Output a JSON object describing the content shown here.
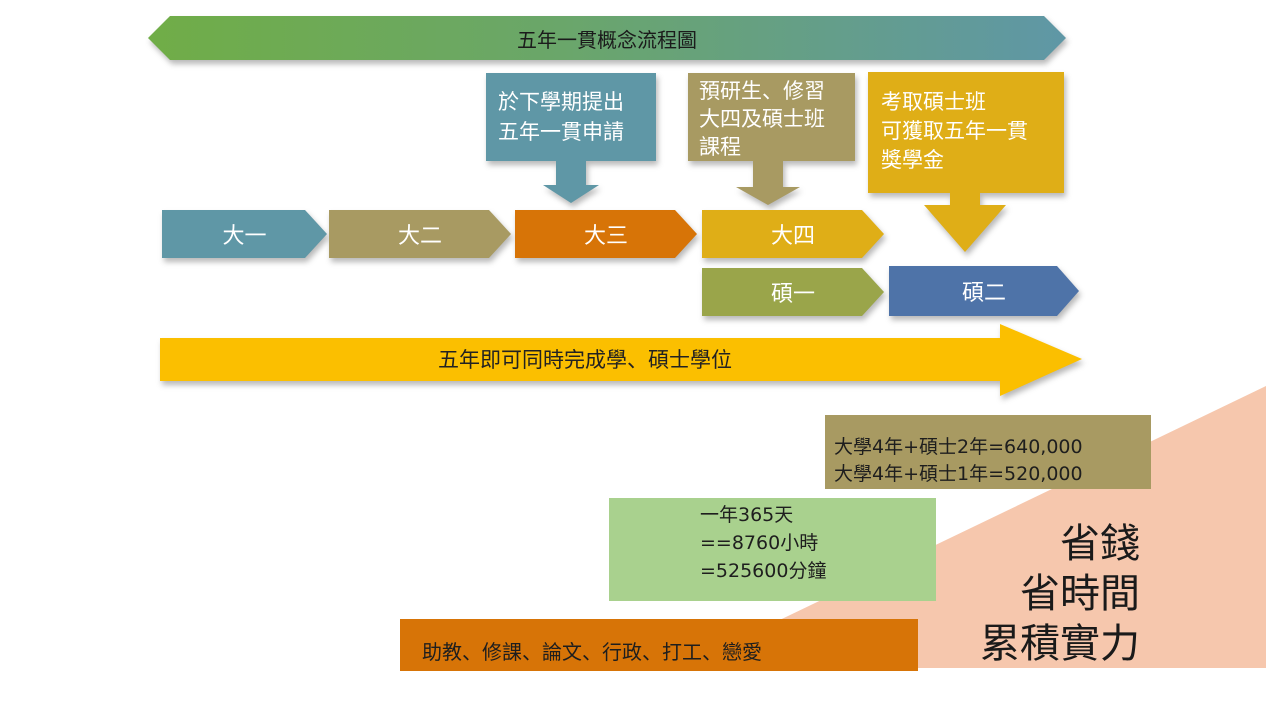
{
  "banner": {
    "title": "五年一貫概念流程圖"
  },
  "callouts": {
    "junior": {
      "lines": [
        "於下學期提出",
        "五年一貫申請"
      ]
    },
    "senior": {
      "lines": [
        "預研生、修習",
        "大四及碩士班",
        "課程"
      ]
    },
    "master": {
      "lines": [
        "考取碩士班",
        "可獲取五年一貫",
        "獎學金"
      ]
    }
  },
  "years": {
    "y1": "大一",
    "y2": "大二",
    "y3": "大三",
    "y4": "大四",
    "m1": "碩一",
    "m2": "碩二"
  },
  "long_arrow": {
    "label": "五年即可同時完成學、碩士學位"
  },
  "cost_box": {
    "lines": [
      "大學4年+碩士2年=640,000",
      "大學4年+碩士1年=520,000"
    ]
  },
  "time_box": {
    "lines": [
      "一年365天",
      "==8760小時",
      "=525600分鐘"
    ]
  },
  "activities_box": {
    "text": "助教、修課、論文、行政、打工、戀愛"
  },
  "benefits": {
    "lines": [
      "省錢",
      "省時間",
      "累積實力"
    ]
  },
  "colors": {
    "teal": "#5f97a6",
    "olive_tan": "#a89a62",
    "orange": "#d77407",
    "gold": "#dfae17",
    "olive_green": "#9aa54a",
    "steel_blue": "#4e73a8",
    "bright_yellow": "#fbbf00",
    "pale_green": "#a9d18e",
    "peach": "#f6c7ad",
    "banner_start": "#70ad47",
    "banner_end": "#5f97a6"
  }
}
